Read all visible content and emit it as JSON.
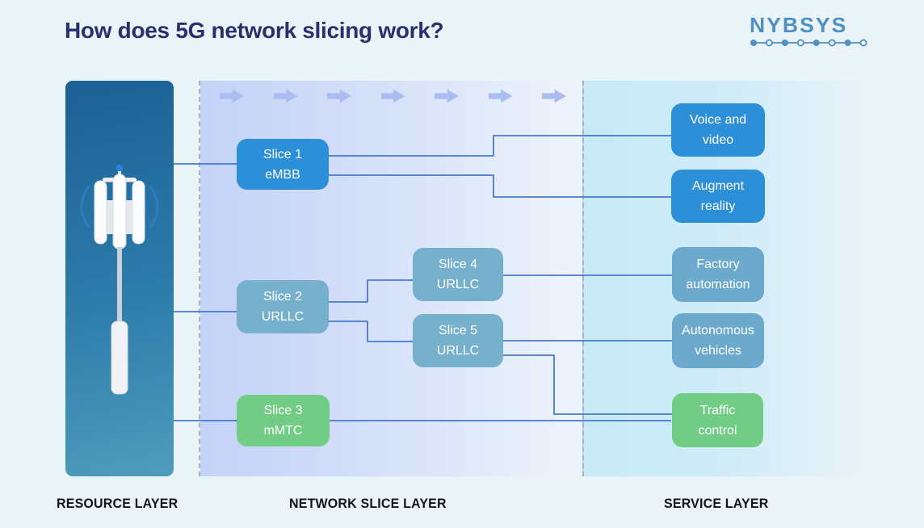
{
  "title": "How does 5G network slicing work?",
  "brand": {
    "name": "NYBSYS"
  },
  "flow": {
    "arrow_count": 7,
    "arrow_icon": "block-right-arrow"
  },
  "colors": {
    "background": "#eaf3f8",
    "title_text": "#28306e",
    "primary_blue": "#2e8fd9",
    "muted_blue": "#77b0cc",
    "service_muted_blue": "#6da9cd",
    "green": "#71cc85",
    "connector_line": "#4679cf",
    "brand_blue": "#4e90c3",
    "flow_arrow": "#a9bdf1"
  },
  "resource_layer": {
    "label": "RESOURCE LAYER",
    "illustration": "cell-tower"
  },
  "network_slice_layer": {
    "label": "NETWORK SLICE LAYER",
    "slices": [
      {
        "line1": "Slice 1",
        "line2": "eMBB",
        "color": "#2e8fd9"
      },
      {
        "line1": "Slice 2",
        "line2": "URLLC",
        "color": "#77b0cc"
      },
      {
        "line1": "Slice 3",
        "line2": "mMTC",
        "color": "#71cc85"
      },
      {
        "line1": "Slice 4",
        "line2": "URLLC",
        "color": "#77b0cc"
      },
      {
        "line1": "Slice 5",
        "line2": "URLLC",
        "color": "#77b0cc"
      }
    ]
  },
  "service_layer": {
    "label": "SERVICE LAYER",
    "services": [
      {
        "line1": "Voice and",
        "line2": "video",
        "color": "#2e8fd9"
      },
      {
        "line1": "Augment",
        "line2": "reality",
        "color": "#2e8fd9"
      },
      {
        "line1": "Factory",
        "line2": "automation",
        "color": "#6da9cd"
      },
      {
        "line1": "Autonomous",
        "line2": "vehicles",
        "color": "#6da9cd"
      },
      {
        "line1": "Traffic",
        "line2": "control",
        "color": "#71cc85"
      }
    ]
  }
}
